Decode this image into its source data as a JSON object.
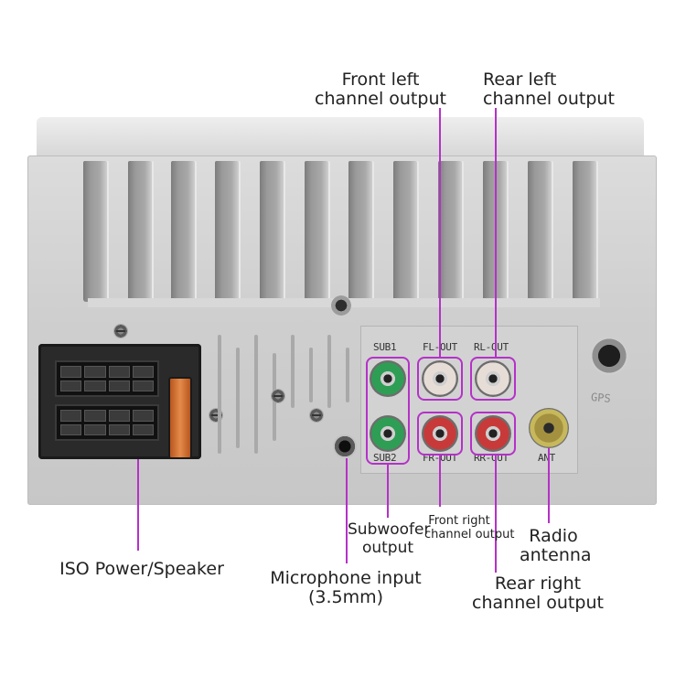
{
  "callouts": {
    "front_left": [
      "Front left",
      "channel output"
    ],
    "rear_left": [
      "Rear left",
      "channel output"
    ],
    "subwoofer": [
      "Subwoofer",
      "output"
    ],
    "front_right": [
      "Front right",
      "channel output"
    ],
    "radio": [
      "Radio",
      "antenna"
    ],
    "iso": "ISO Power/Speaker",
    "microphone": [
      "Microphone input",
      "(3.5mm)"
    ],
    "rear_right": [
      "Rear right",
      "channel output"
    ]
  },
  "port_labels": {
    "sub1": "SUB1",
    "sub2": "SUB2",
    "fl_out": "FL-OUT",
    "rl_out": "RL-OUT",
    "fr_out": "FR-OUT",
    "rr_out": "RR-OUT",
    "ant": "ANT",
    "gps": "GPS"
  },
  "colors": {
    "leader": "#b531c8",
    "sub_jack": "#2e9e55",
    "front_jack_white": "#e6ddd6",
    "rear_jack_red": "#c83a3a",
    "antenna_jack": "#c7b85b",
    "fuse": "#e48b4a"
  }
}
